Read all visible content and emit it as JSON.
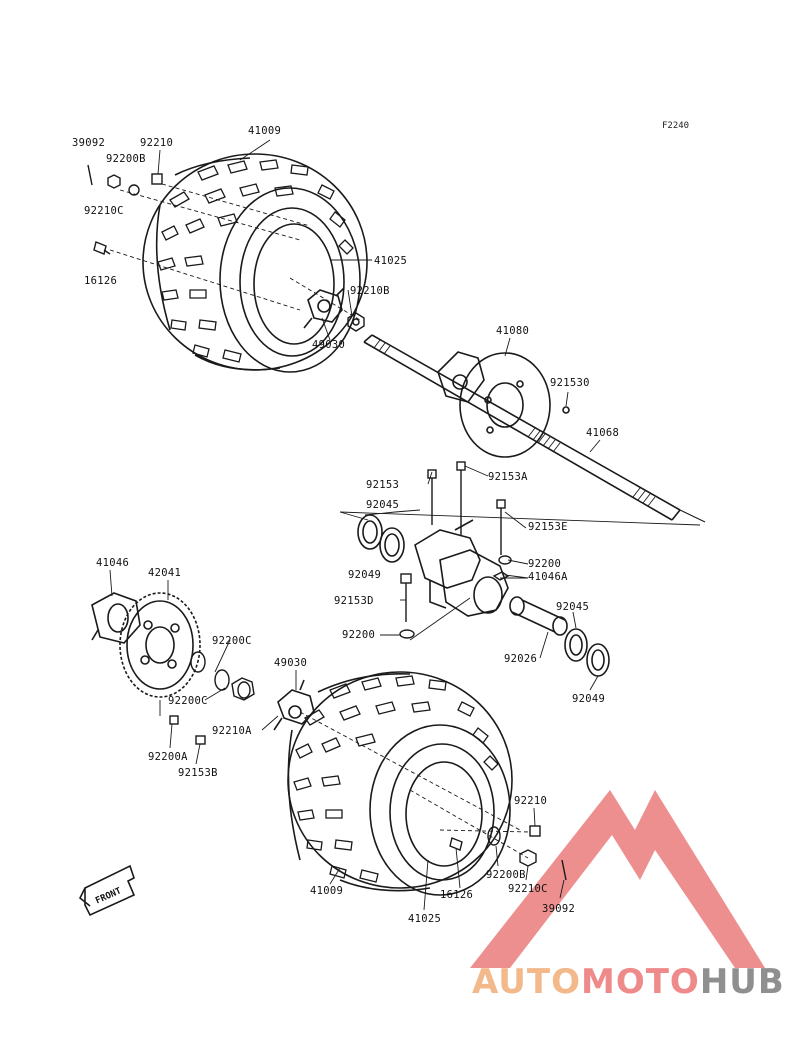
{
  "figure_code": "F2240",
  "front_label": "FRONT",
  "watermark": {
    "part1": "AUTO",
    "part2": "MOTO",
    "part3": "HUB"
  },
  "labels": {
    "l39092_top": "39092",
    "l92210_top": "92210",
    "l41009_top": "41009",
    "l92200B_top": "92200B",
    "l92210C_top": "92210C",
    "l16126_top": "16126",
    "l41025_top": "41025",
    "l92210B": "92210B",
    "l49030_top": "49030",
    "l41080": "41080",
    "l92153G": "921530",
    "l41068": "41068",
    "l92153": "92153",
    "l92153A": "92153A",
    "l92045_a": "92045",
    "l92153E": "92153E",
    "l92049_a": "92049",
    "l92200_r": "92200",
    "l41046A": "41046A",
    "l92153D": "92153D",
    "l92200_l": "92200",
    "l92045_b": "92045",
    "l92026": "92026",
    "l92049_b": "92049",
    "l41046": "41046",
    "l42041": "42041",
    "l92200C_a": "92200C",
    "l92200C_b": "92200C",
    "l92200A": "92200A",
    "l92153B": "92153B",
    "l49030_bot": "49030",
    "l92210A": "92210A",
    "l92210_bot": "92210",
    "l92200B_bot": "92200B",
    "l92210C_bot": "92210C",
    "l41009_bot": "41009",
    "l16126_bot": "16126",
    "l41025_bot": "41025",
    "l39092_bot": "39092"
  },
  "colors": {
    "line": "#1a1a1a",
    "watermark_red": "#e86a6a",
    "watermark_gray": "#8f8f8f",
    "watermark_orange": "#f3b98b"
  }
}
